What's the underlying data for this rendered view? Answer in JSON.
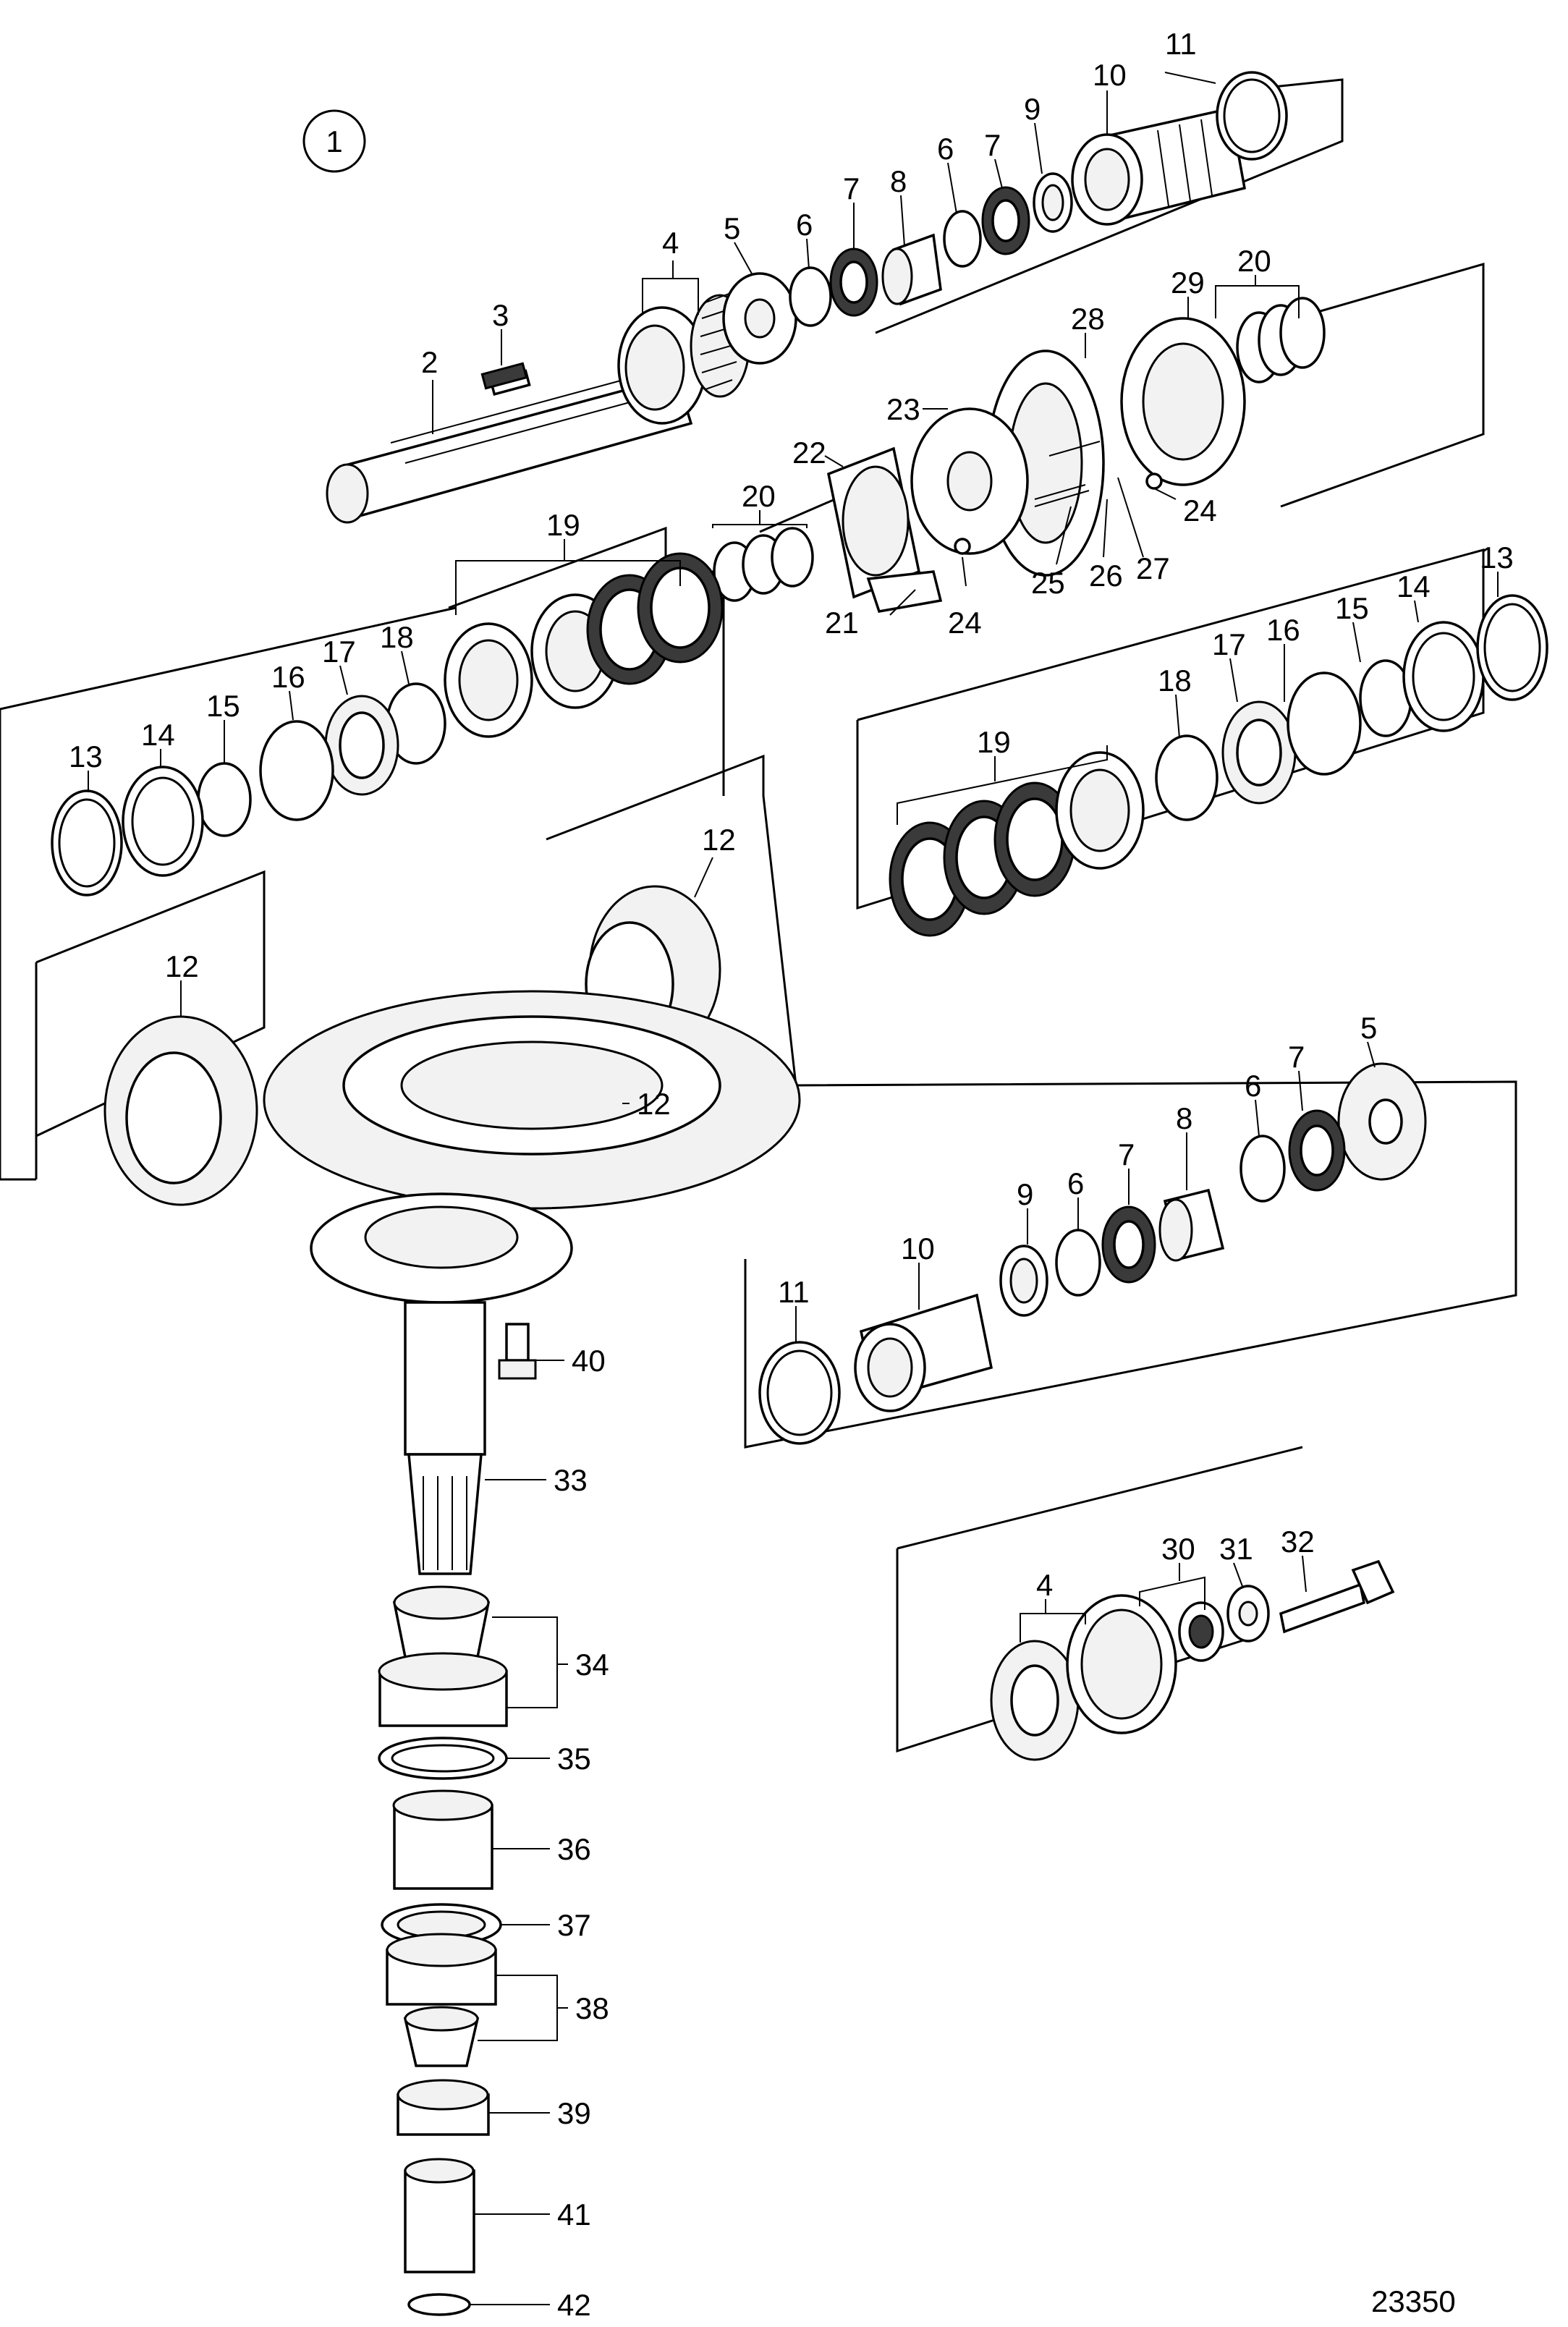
{
  "figure": {
    "view_number": "1",
    "drawing_number": "23350"
  },
  "callouts": [
    {
      "id": "c11a",
      "text": "11"
    },
    {
      "id": "c10a",
      "text": "10"
    },
    {
      "id": "c9a",
      "text": "9"
    },
    {
      "id": "c7a",
      "text": "7"
    },
    {
      "id": "c6a",
      "text": "6"
    },
    {
      "id": "c8a",
      "text": "8"
    },
    {
      "id": "c7b",
      "text": "7"
    },
    {
      "id": "c6b",
      "text": "6"
    },
    {
      "id": "c5a",
      "text": "5"
    },
    {
      "id": "c4a",
      "text": "4"
    },
    {
      "id": "c3",
      "text": "3"
    },
    {
      "id": "c2",
      "text": "2"
    },
    {
      "id": "c20a",
      "text": "20"
    },
    {
      "id": "c29",
      "text": "29"
    },
    {
      "id": "c28",
      "text": "28"
    },
    {
      "id": "c23",
      "text": "23"
    },
    {
      "id": "c22",
      "text": "22"
    },
    {
      "id": "c20b",
      "text": "20"
    },
    {
      "id": "c24a",
      "text": "24"
    },
    {
      "id": "c25",
      "text": "25"
    },
    {
      "id": "c26",
      "text": "26"
    },
    {
      "id": "c27",
      "text": "27"
    },
    {
      "id": "c21",
      "text": "21"
    },
    {
      "id": "c24b",
      "text": "24"
    },
    {
      "id": "c19a",
      "text": "19"
    },
    {
      "id": "c18a",
      "text": "18"
    },
    {
      "id": "c17a",
      "text": "17"
    },
    {
      "id": "c16a",
      "text": "16"
    },
    {
      "id": "c15a",
      "text": "15"
    },
    {
      "id": "c14a",
      "text": "14"
    },
    {
      "id": "c13a",
      "text": "13"
    },
    {
      "id": "c13b",
      "text": "13"
    },
    {
      "id": "c14b",
      "text": "14"
    },
    {
      "id": "c15b",
      "text": "15"
    },
    {
      "id": "c16b",
      "text": "16"
    },
    {
      "id": "c17b",
      "text": "17"
    },
    {
      "id": "c18b",
      "text": "18"
    },
    {
      "id": "c19b",
      "text": "19"
    },
    {
      "id": "c12a",
      "text": "12"
    },
    {
      "id": "c12b",
      "text": "12"
    },
    {
      "id": "c12c",
      "text": "12"
    },
    {
      "id": "c5b",
      "text": "5"
    },
    {
      "id": "c7c",
      "text": "7"
    },
    {
      "id": "c6c",
      "text": "6"
    },
    {
      "id": "c8b",
      "text": "8"
    },
    {
      "id": "c7d",
      "text": "7"
    },
    {
      "id": "c6d",
      "text": "6"
    },
    {
      "id": "c9b",
      "text": "9"
    },
    {
      "id": "c10b",
      "text": "10"
    },
    {
      "id": "c11b",
      "text": "11"
    },
    {
      "id": "c40",
      "text": "40"
    },
    {
      "id": "c33",
      "text": "33"
    },
    {
      "id": "c30",
      "text": "30"
    },
    {
      "id": "c31",
      "text": "31"
    },
    {
      "id": "c32",
      "text": "32"
    },
    {
      "id": "c4b",
      "text": "4"
    },
    {
      "id": "c34",
      "text": "34"
    },
    {
      "id": "c35",
      "text": "35"
    },
    {
      "id": "c36",
      "text": "36"
    },
    {
      "id": "c37",
      "text": "37"
    },
    {
      "id": "c38",
      "text": "38"
    },
    {
      "id": "c39",
      "text": "39"
    },
    {
      "id": "c41",
      "text": "41"
    },
    {
      "id": "c42",
      "text": "42"
    }
  ]
}
